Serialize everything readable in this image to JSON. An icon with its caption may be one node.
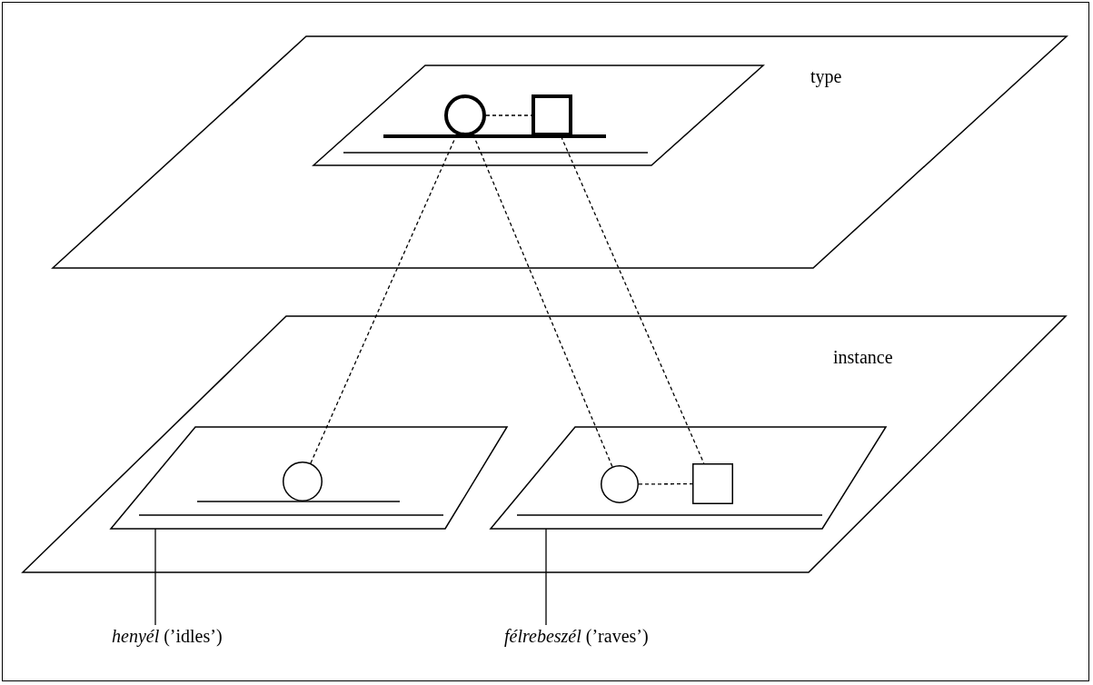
{
  "diagram": {
    "nodes": [
      {
        "text": [
          "type"
        ]
      },
      {
        "text": [],
        "shape": "parallelogram",
        "in": 0
      },
      {
        "text": [],
        "shape": "circle",
        "in": 1
      },
      {
        "text": [],
        "shape": "box",
        "in": 1
      },
      {
        "text": [
          "instance"
        ]
      },
      {
        "text": [],
        "shape": "parallelogram",
        "in": 4
      },
      {
        "text": [],
        "shape": "circle",
        "in": 5
      },
      {
        "text": [],
        "shape": "parallelogram",
        "in": 4
      },
      {
        "text": [],
        "shape": "circle",
        "in": 7
      },
      {
        "text": [],
        "shape": "box",
        "in": 7
      },
      {
        "text": [
          "*henyél* (’idles’)"
        ]
      },
      {
        "text": [
          "*félrebeszél* (’raves’)"
        ]
      }
    ],
    "edges": [
      {
        "from": 2,
        "to": 3,
        "arrow": "none",
        "style": "dashed"
      },
      {
        "from": 2,
        "to": 6,
        "arrow": "none",
        "style": "dashed"
      },
      {
        "from": 2,
        "to": 8,
        "arrow": "none",
        "style": "dashed"
      },
      {
        "from": 3,
        "to": 9,
        "arrow": "none",
        "style": "dashed"
      },
      {
        "from": 8,
        "to": 9,
        "arrow": "none",
        "style": "dashed"
      },
      {
        "from": 10,
        "to": 5,
        "arrow": "none"
      },
      {
        "from": 11,
        "to": 7,
        "arrow": "none"
      }
    ]
  }
}
